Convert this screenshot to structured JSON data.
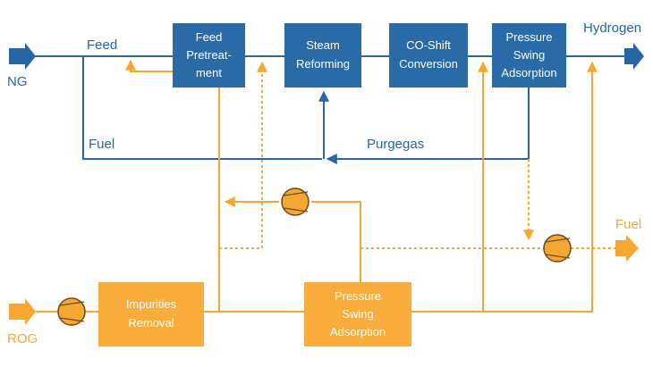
{
  "colors": {
    "blue": "#2566a3",
    "blue_box": "#2a6aa6",
    "orange": "#f5a733",
    "orange_box": "#f7ac3c"
  },
  "labels": {
    "feed": "Feed",
    "ng": "NG",
    "fuel_top": "Fuel",
    "purgegas": "Purgegas",
    "hydrogen": "Hydrogen",
    "fuel_right": "Fuel",
    "rog": "ROG"
  },
  "blue_boxes": {
    "feed_pretreatment": [
      "Feed",
      "Pretreat-",
      "ment"
    ],
    "steam_reforming": [
      "Steam",
      "Reforming"
    ],
    "co_shift": [
      "CO-Shift",
      "Conversion"
    ],
    "psa": [
      "Pressure",
      "Swing",
      "Adsorption"
    ]
  },
  "orange_boxes": {
    "impurities_removal": [
      "Impurities",
      "Removal"
    ],
    "psa": [
      "Pressure",
      "Swing",
      "Adsorption"
    ]
  },
  "icons": {
    "compressor": "compressor-icon",
    "arrow": "flow-arrow-icon"
  }
}
